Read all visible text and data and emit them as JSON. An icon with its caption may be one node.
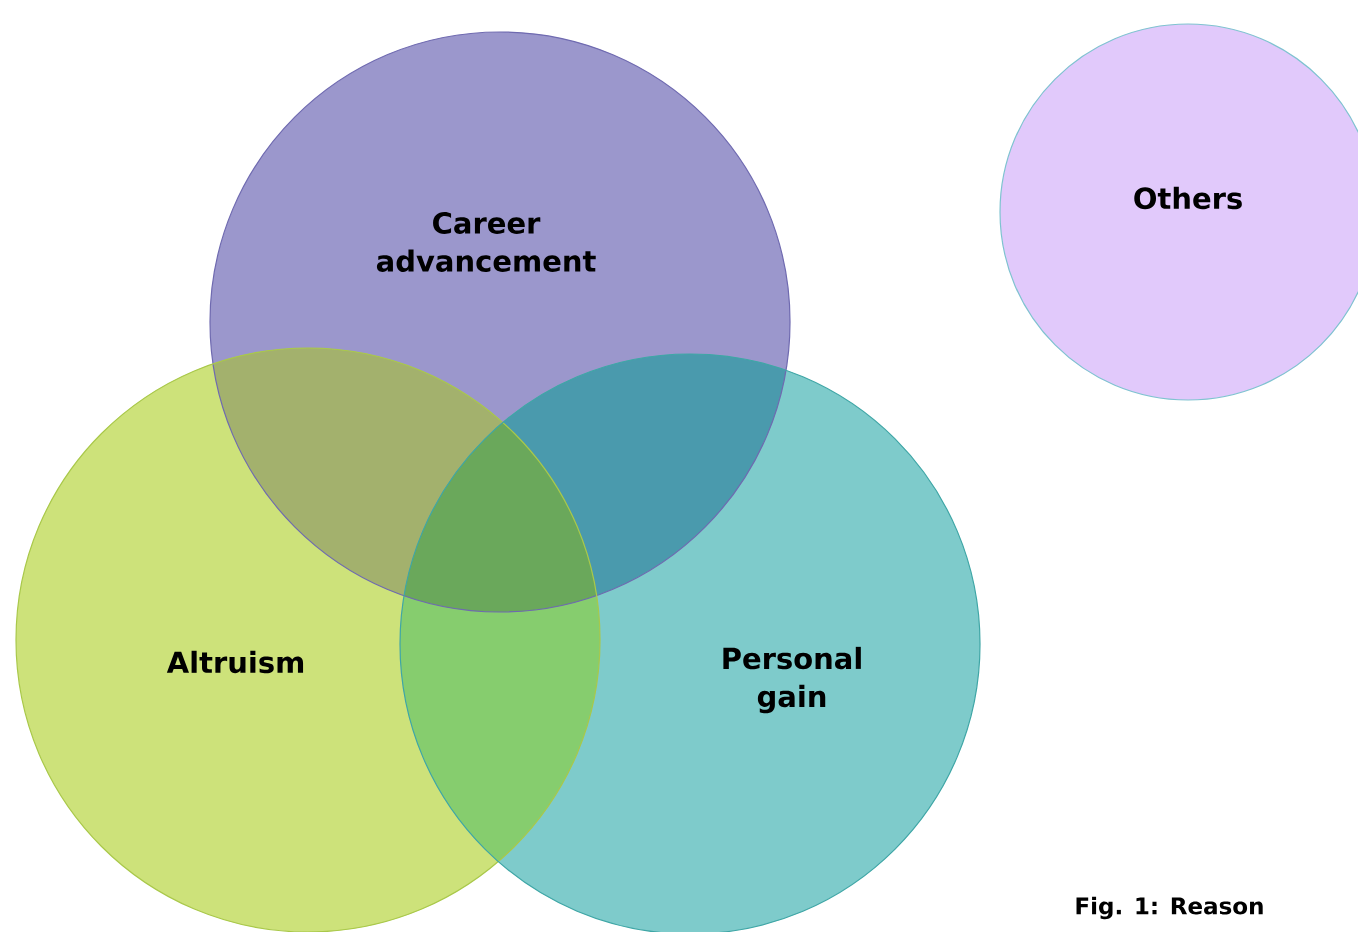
{
  "diagram": {
    "caption": "Fig. 1: Reason",
    "nodes": [
      {
        "text": [
          "Career advancement"
        ]
      },
      {
        "text": [
          "Others"
        ]
      },
      {
        "text": [
          "Altruism"
        ]
      },
      {
        "text": [
          "Personal gain"
        ]
      }
    ]
  }
}
